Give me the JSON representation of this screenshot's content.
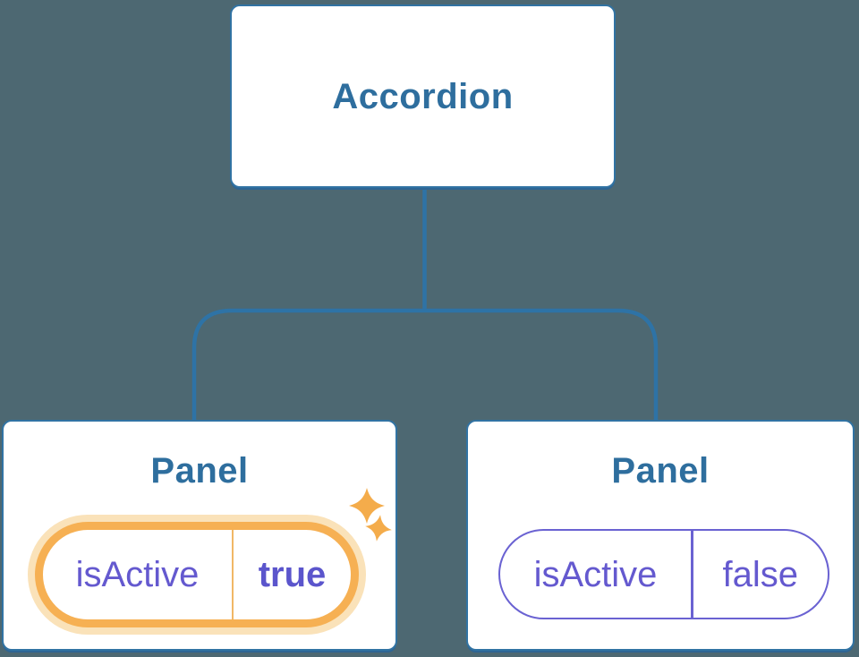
{
  "diagram": {
    "description": "Component tree showing an Accordion parent with two Panel children holding isActive state",
    "root": {
      "label": "Accordion"
    },
    "panels": [
      {
        "title": "Panel",
        "prop_label": "isActive",
        "value_label": "true",
        "state": "active",
        "icon": "sparkles-icon"
      },
      {
        "title": "Panel",
        "prop_label": "isActive",
        "value_label": "false",
        "state": "inactive"
      }
    ],
    "colors": {
      "background": "#4d6872",
      "node_fill": "#ffffff",
      "node_border": "#3173a3",
      "node_shadow": "#2e6594",
      "node_text": "#2e6e9e",
      "connector": "#2e73a6",
      "state_text": "#6459cf",
      "state_value_active_text": "#5b55cc",
      "state_border_inactive": "#6a62d2",
      "highlight_ring": "#f6b053",
      "highlight_glow": "#fae2b9",
      "highlight_divider": "#f1b766",
      "sparkle": "#f4ac4b"
    }
  }
}
